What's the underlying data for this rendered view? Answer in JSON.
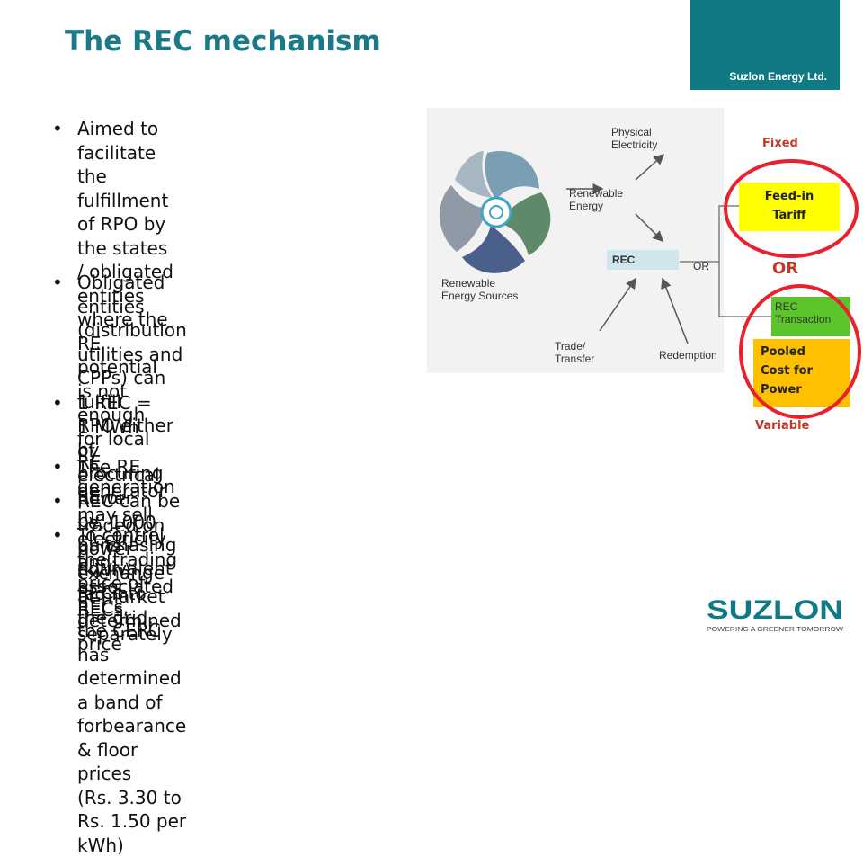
{
  "slide": {
    "title": "The REC mechanism",
    "company": "Suzlon Energy Ltd."
  },
  "bullets": [
    "Aimed to facilitate the fulfillment\nof RPO by the states / obligated\nentities where the RE potential\nis not enough for local RE\ngeneration",
    "Obligated entities (distribution\nutilities and CPPs) can fulfill\nRPO either by procuring RE or\nby purchasing equivalent RECs",
    "1 REC  = 1 MWh of electrical power\ni.e. 1000 units (kWh) fed into the grid.",
    "The RE generator may sell electricity and associated RECs separately",
    "REC can be traded on power exchange at market determined price",
    "To control the trading price of RECs,\nthe CERC has determined a band of forbearance & floor prices\n(Rs. 3.30 to Rs. 1.50 per kWh)"
  ],
  "diagram": {
    "physical_electricity": "Physical\nElectricity",
    "renewable_energy": "Renewable\nEnergy",
    "renewable_sources": "Renewable\nEnergy Sources",
    "rec": "REC",
    "or_small": "OR",
    "trade_transfer": "Trade/\nTransfer",
    "redemption": "Redemption"
  },
  "side": {
    "fixed": "Fixed",
    "feed_in_tariff": "Feed-in\nTariff",
    "or_big": "OR",
    "rec_transaction": "REC\nTransaction",
    "pooled_cost": "Pooled\nCost for\nPower",
    "variable": "Variable"
  },
  "logo": {
    "name": "SUZLON",
    "tagline": "POWERING A GREENER TOMORROW"
  },
  "colors": {
    "title": "#1b7a86",
    "company_tab": "#0f7a84",
    "feed_in_box": "#ffff00",
    "rec_transaction_box": "#5cc52b",
    "pooled_box": "#ffc000",
    "highlight_ring": "#e8212c",
    "logo": "#0f7a84"
  }
}
